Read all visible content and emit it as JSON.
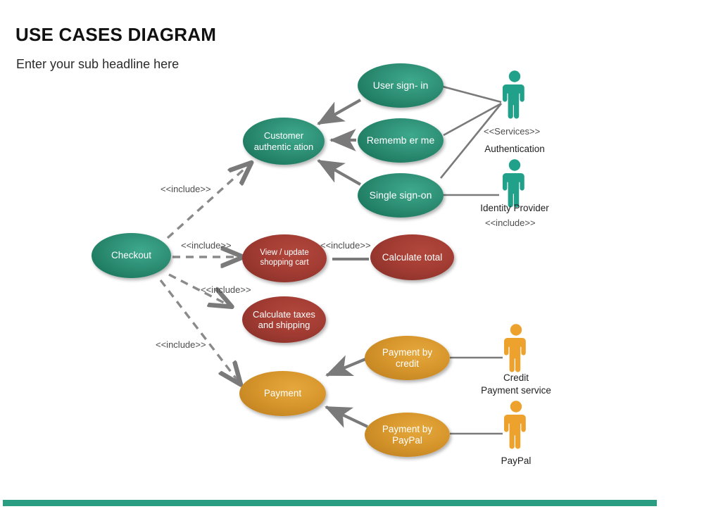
{
  "header": {
    "title": "USE CASES DIAGRAM",
    "subtitle": "Enter your sub headline here"
  },
  "colors": {
    "accent_bar": "#2a9d83",
    "green_usecase": "#2e9076",
    "red_usecase": "#a33c33",
    "orange_usecase": "#d7962c",
    "actor_teal": "#21a189",
    "actor_orange": "#eda22e",
    "connector_gray": "#7a7a7a",
    "text_dark": "#1f1f1f"
  },
  "diagram": {
    "usecases": [
      {
        "id": "checkout",
        "label": "Checkout",
        "color": "green"
      },
      {
        "id": "customer-auth",
        "label": "Customer authentic ation",
        "color": "green"
      },
      {
        "id": "user-sign-in",
        "label": "User sign- in",
        "color": "green"
      },
      {
        "id": "remember-me",
        "label": "Rememb er me",
        "color": "green"
      },
      {
        "id": "single-sign-on",
        "label": "Single sign-on",
        "color": "green"
      },
      {
        "id": "view-cart",
        "label": "View / update shopping cart",
        "color": "red"
      },
      {
        "id": "calculate-total",
        "label": "Calculate total",
        "color": "red"
      },
      {
        "id": "calculate-taxes",
        "label": "Calculate taxes and shipping",
        "color": "red"
      },
      {
        "id": "payment",
        "label": "Payment",
        "color": "orange"
      },
      {
        "id": "payment-credit",
        "label": "Payment by credit",
        "color": "orange"
      },
      {
        "id": "payment-paypal",
        "label": "Payment by PayPal",
        "color": "orange"
      }
    ],
    "actors": [
      {
        "id": "services-auth",
        "label": "Authentication",
        "stereotype": "<<Services>>",
        "color": "teal"
      },
      {
        "id": "identity-provider",
        "label": "Identity Provider",
        "stereotype": "",
        "color": "teal"
      },
      {
        "id": "credit-service",
        "label": "Credit\nPayment service",
        "stereotype": "",
        "color": "orange"
      },
      {
        "id": "paypal",
        "label": "PayPal",
        "stereotype": "",
        "color": "orange"
      }
    ],
    "relation_labels": {
      "include": "<<include>>",
      "include_checkout_auth": "<<include>>",
      "include_checkout_cart": "<<include>>",
      "include_checkout_taxes": "<<include>>",
      "include_checkout_payment": "<<include>>",
      "include_cart_total": "<<include>>",
      "include_identity": "<<include>>"
    }
  }
}
